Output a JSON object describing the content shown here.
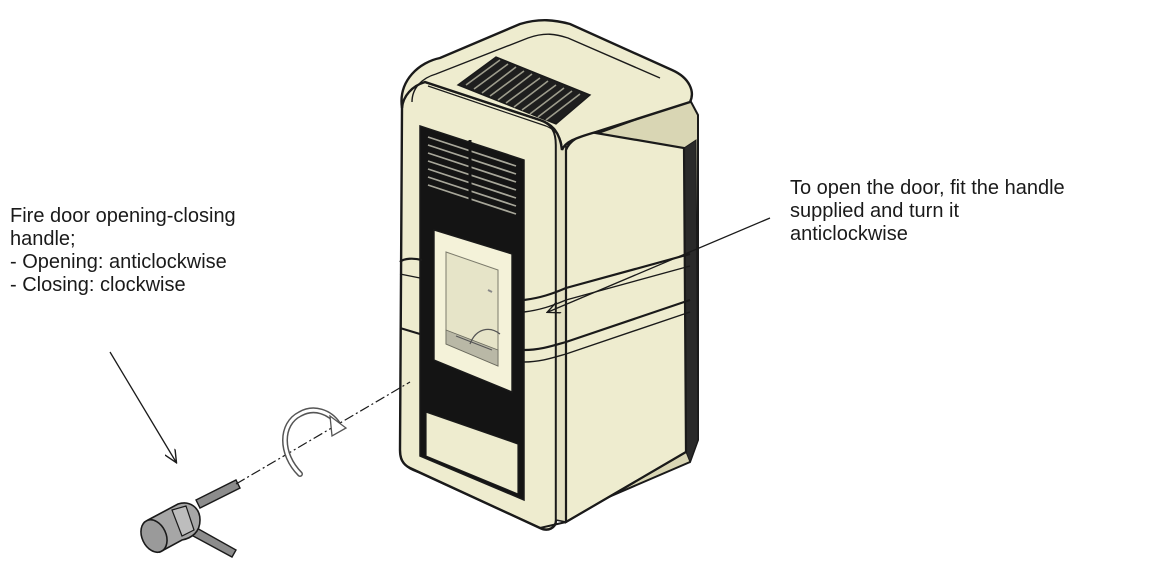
{
  "callouts": {
    "left": {
      "lines": [
        "Fire door opening-closing",
        "handle;",
        "- Opening: anticlockwise",
        "- Closing: clockwise"
      ]
    },
    "right": {
      "lines": [
        "To open the door, fit the handle",
        "supplied and turn it",
        "anticlockwise"
      ]
    }
  },
  "colors": {
    "stove_body": "#eeeccf",
    "stove_shade": "#d9d6b4",
    "outline": "#1a1a1a",
    "door_frame": "#141414",
    "glass": "#f4f2d9",
    "handle_grey": "#9a9a9a"
  }
}
